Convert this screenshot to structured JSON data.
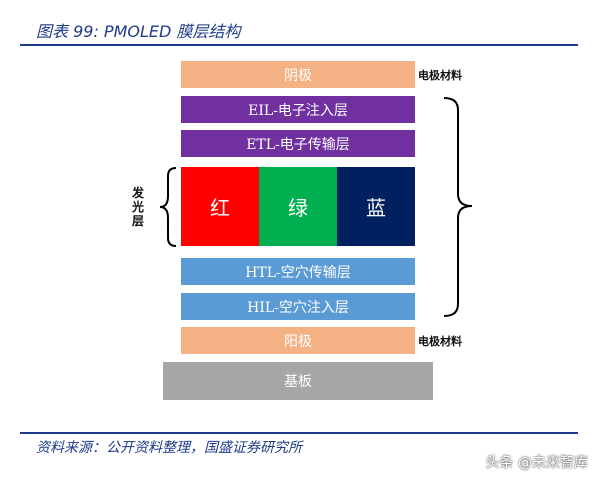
{
  "title": "图表 99:  PMOLED 膜层结构",
  "layers": {
    "cathode": "阴极",
    "eil": "EIL-电子注入层",
    "etl": "ETL-电子传输层",
    "emissive": {
      "red": "红",
      "green": "绿",
      "blue": "蓝"
    },
    "htl": "HTL-空穴传输层",
    "hil": "HIL-空穴注入层",
    "anode": "阳极",
    "substrate": "基板"
  },
  "labels": {
    "electrode_top": "电极材料",
    "electrode_bottom": "电极材料",
    "emitting_layer": "发光层"
  },
  "source": "资料来源：公开资料整理，国盛证券研究所",
  "watermark": "头条 @未来智库",
  "colors": {
    "electrode": "#f4b183",
    "transport_purple": "#7030a0",
    "red": "#ff0000",
    "green": "#00b050",
    "blue": "#002060",
    "transport_blue": "#5b9bd5",
    "substrate": "#a6a6a6",
    "accent": "#1f3a8a"
  }
}
